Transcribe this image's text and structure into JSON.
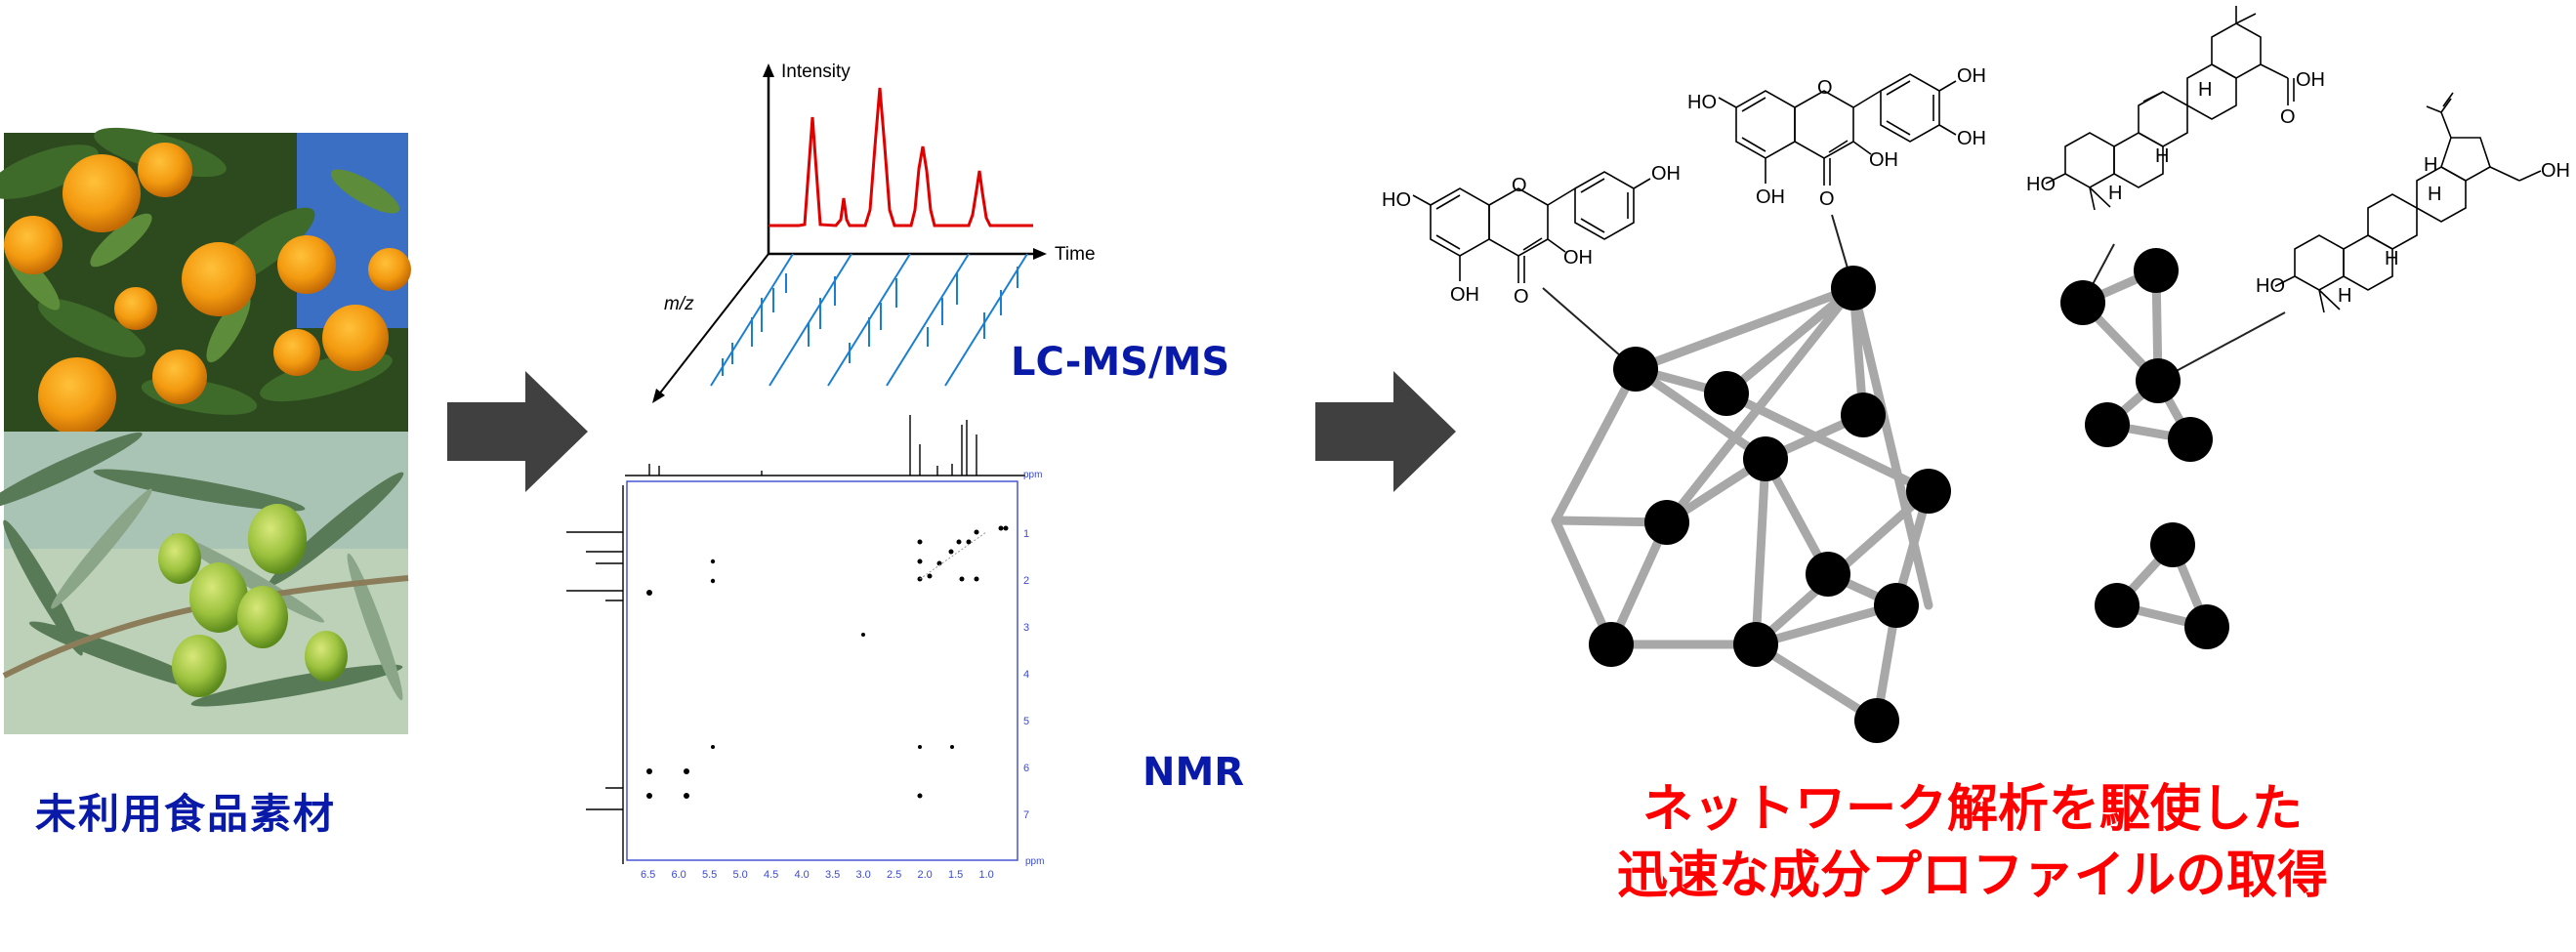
{
  "colors": {
    "label_blue": "#0a1aa8",
    "label_red": "#ff0000",
    "ms_peaks": "#e00000",
    "ms_lines": "#1a7fd0",
    "network_node": "#000000",
    "network_edge": "#a8a8a8",
    "nmr_axis": "#2a3ad0",
    "arrow": "#404040"
  },
  "photos": {
    "top": "mandarin-orange-tree-photo",
    "bottom": "olive-branch-photo"
  },
  "left_caption": "未利用食品素材",
  "ms": {
    "y_axis_label": "Intensity",
    "x_axis_label": "Time",
    "z_axis_label": "m/z",
    "method_label": "LC-MS/MS"
  },
  "nmr": {
    "method_label": "NMR",
    "unit_label_top": "ppm",
    "unit_label_bottom": "ppm",
    "x_ticks": [
      "6.5",
      "6.0",
      "5.5",
      "5.0",
      "4.5",
      "4.0",
      "3.5",
      "3.0",
      "2.5",
      "2.0",
      "1.5",
      "1.0"
    ],
    "y_ticks": [
      "1",
      "2",
      "3",
      "4",
      "5",
      "6",
      "7"
    ]
  },
  "molecules": {
    "kaempferol": {
      "labels": [
        "HO",
        "OH",
        "OH",
        "OH",
        "O",
        "O"
      ]
    },
    "quercetin": {
      "labels": [
        "HO",
        "OH",
        "OH",
        "OH",
        "OH",
        "O",
        "O"
      ]
    },
    "oleanolic_acid": {
      "labels": [
        "HO",
        "H",
        "H",
        "H",
        "O",
        "OH"
      ]
    },
    "betulin": {
      "labels": [
        "HO",
        "H",
        "H",
        "H",
        "H",
        "OH"
      ]
    }
  },
  "result_caption": {
    "line1": "ネットワーク解析を駆使した",
    "line2": "迅速な成分プロファイルの取得"
  }
}
